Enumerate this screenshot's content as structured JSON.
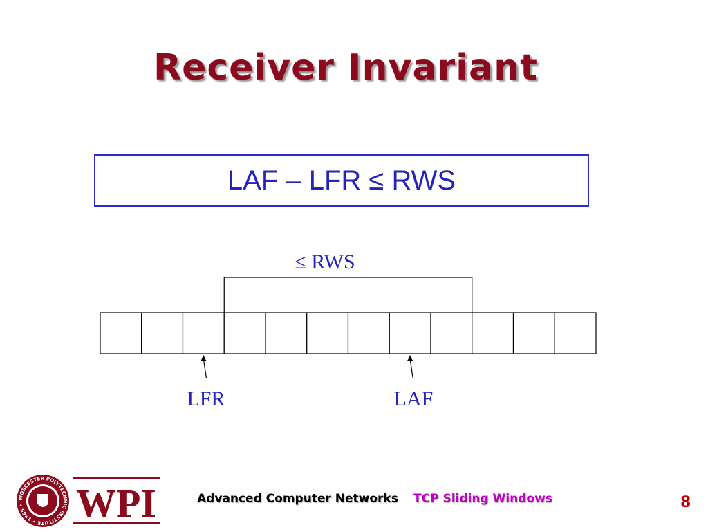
{
  "slide": {
    "title": "Receiver Invariant",
    "formula": "LAF – LFR ≤ RWS",
    "page_number": "8"
  },
  "diagram": {
    "window_label": "≤ RWS",
    "pointer_left_label": "LFR",
    "pointer_right_label": "LAF",
    "cell_count": 12,
    "window_start_cell": 3,
    "window_end_cell": 8,
    "lfr_cell": 2,
    "laf_cell": 7
  },
  "footer": {
    "course": "Advanced Computer Networks",
    "topic": "TCP Sliding Windows",
    "logo_text": "WPI",
    "seal_text": "WORCESTER POLYTECHNIC INSTITUTE • 1865 •"
  },
  "colors": {
    "title": "#8b0a1e",
    "formula_text": "#2424b8",
    "formula_border": "#2b2bd0",
    "footer_course": "#000000",
    "footer_topic": "#c000c0",
    "page_number": "#c00000",
    "logo": "#8b0a1e"
  }
}
